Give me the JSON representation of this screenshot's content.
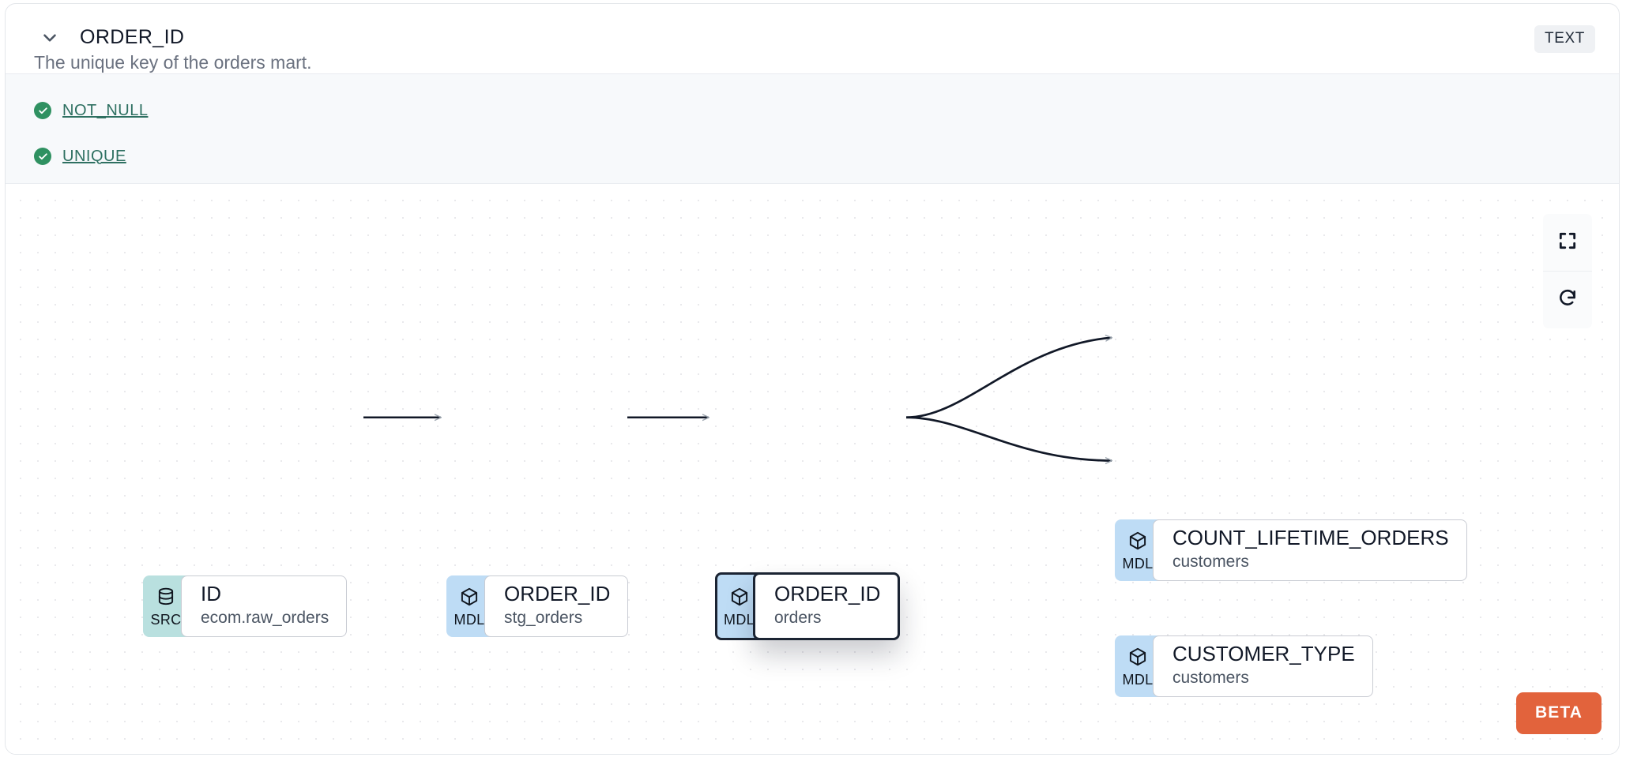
{
  "header": {
    "collapse_icon": "chevron-down-icon",
    "column_name": "ORDER_ID",
    "data_type_badge": "TEXT",
    "description": "The unique key of the orders mart."
  },
  "tests": {
    "items": [
      {
        "status_icon": "check-circle-icon",
        "label": "NOT_NULL",
        "status": "pass"
      },
      {
        "status_icon": "check-circle-icon",
        "label": "UNIQUE",
        "status": "pass"
      }
    ]
  },
  "lineage": {
    "controls": [
      {
        "name": "fullscreen-icon",
        "label": "fullscreen"
      },
      {
        "name": "refresh-icon",
        "label": "reset"
      }
    ],
    "beta_label": "BETA",
    "nodes": [
      {
        "id": "src-id",
        "badge_type": "SRC",
        "badge_icon": "database-icon",
        "name": "ID",
        "source": "ecom.raw_orders",
        "selected": false
      },
      {
        "id": "mdl-stg-orders",
        "badge_type": "MDL",
        "badge_icon": "cube-icon",
        "name": "ORDER_ID",
        "source": "stg_orders",
        "selected": false
      },
      {
        "id": "mdl-orders",
        "badge_type": "MDL",
        "badge_icon": "cube-icon",
        "name": "ORDER_ID",
        "source": "orders",
        "selected": true
      },
      {
        "id": "mdl-count-lifetime-orders",
        "badge_type": "MDL",
        "badge_icon": "cube-icon",
        "name": "COUNT_LIFETIME_ORDERS",
        "source": "customers",
        "selected": false
      },
      {
        "id": "mdl-customer-type",
        "badge_type": "MDL",
        "badge_icon": "cube-icon",
        "name": "CUSTOMER_TYPE",
        "source": "customers",
        "selected": false
      }
    ],
    "edges": [
      {
        "from": "src-id",
        "to": "mdl-stg-orders"
      },
      {
        "from": "mdl-stg-orders",
        "to": "mdl-orders"
      },
      {
        "from": "mdl-orders",
        "to": "mdl-count-lifetime-orders"
      },
      {
        "from": "mdl-orders",
        "to": "mdl-customer-type"
      }
    ]
  },
  "colors": {
    "src_badge": "#b9e0df",
    "mdl_badge": "#bedcf5",
    "test_pass": "#2f9161",
    "test_link": "#2e7061",
    "beta": "#e2633c",
    "selected_border": "#1b2433"
  }
}
